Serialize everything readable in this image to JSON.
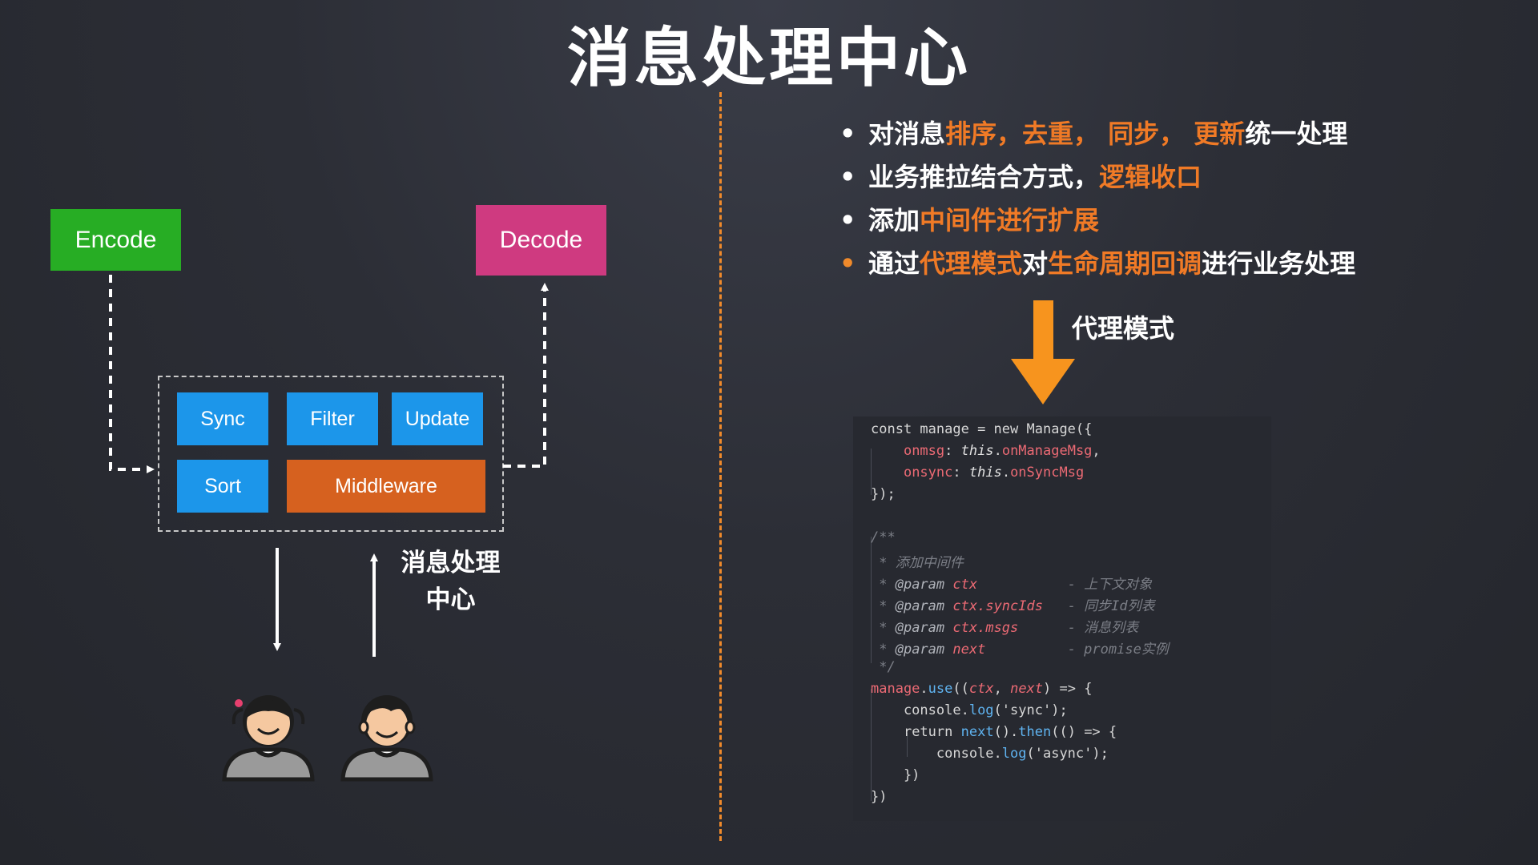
{
  "title": "消息处理中心",
  "flow": {
    "encode": "Encode",
    "decode": "Decode",
    "modules": [
      "Sync",
      "Filter",
      "Update",
      "Sort",
      "Middleware"
    ],
    "hub_label_line1": "消息处理",
    "hub_label_line2": "中心"
  },
  "bullets": [
    {
      "parts": [
        {
          "t": "对消息",
          "hl": false
        },
        {
          "t": "排序，去重， 同步， 更新",
          "hl": true
        },
        {
          "t": "统一处理",
          "hl": false
        }
      ]
    },
    {
      "parts": [
        {
          "t": "业务推拉结合方式，",
          "hl": false
        },
        {
          "t": "逻辑收口",
          "hl": true
        }
      ]
    },
    {
      "parts": [
        {
          "t": "添加",
          "hl": false
        },
        {
          "t": "中间件进行扩展",
          "hl": true
        }
      ]
    },
    {
      "parts": [
        {
          "t": "通过",
          "hl": false
        },
        {
          "t": "代理模式",
          "hl": true
        },
        {
          "t": "对",
          "hl": false
        },
        {
          "t": "生命周期回调",
          "hl": true
        },
        {
          "t": "进行业务处理",
          "hl": false
        }
      ],
      "dot_orange": true
    }
  ],
  "proxy_label": "代理模式",
  "code_lines": [
    "const manage = new Manage({",
    "    onmsg: this.onManageMsg,",
    "    onsync: this.onSyncMsg",
    "});",
    "",
    "/**",
    " * 添加中间件",
    " * @param ctx           - 上下文对象",
    " * @param ctx.syncIds   - 同步Id列表",
    " * @param ctx.msgs      - 消息列表",
    " * @param next          - promise实例",
    " */",
    "manage.use((ctx, next) => {",
    "    console.log('sync');",
    "    return next().then(() => {",
    "        console.log('async');",
    "    })",
    "})"
  ],
  "colors": {
    "accent_orange": "#f08a2b",
    "encode": "#27ad24",
    "decode": "#cf3a80",
    "module_blue": "#1c96ea",
    "middleware": "#d6611f"
  }
}
